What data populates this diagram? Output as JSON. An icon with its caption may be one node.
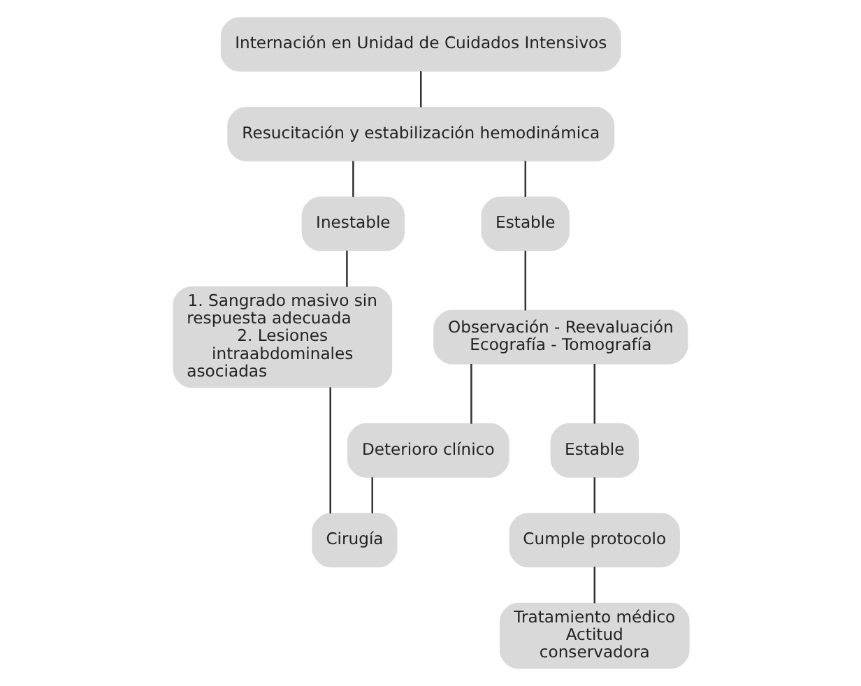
{
  "diagram": {
    "nodes": [
      {
        "text": [
          "Internación en Unidad de Cuidados Intensivos"
        ]
      },
      {
        "text": [
          "Resucitación y estabilización hemodinámica"
        ]
      },
      {
        "text": [
          "Inestable"
        ]
      },
      {
        "text": [
          "Estable"
        ]
      },
      {
        "text": [
          "1. Sangrado masivo sin respuesta adecuada",
          "2. Lesiones intraabdominales asociadas"
        ]
      },
      {
        "text": [
          "Observación - Reevaluación Ecografía - Tomografía"
        ]
      },
      {
        "text": [
          "Deterioro clínico"
        ]
      },
      {
        "text": [
          "Estable"
        ]
      },
      {
        "text": [
          "Cumple protocolo"
        ]
      },
      {
        "text": [
          "Cirugía"
        ]
      },
      {
        "text": [
          "Tratamiento médico Actitud conservadora"
        ]
      }
    ],
    "edges": [
      {
        "from": 0,
        "to": 1,
        "arrow": "none"
      },
      {
        "from": 1,
        "to": 2,
        "arrow": "none"
      },
      {
        "from": 1,
        "to": 3,
        "arrow": "none"
      },
      {
        "from": 2,
        "to": 4,
        "arrow": "none"
      },
      {
        "from": 3,
        "to": 5,
        "arrow": "none"
      },
      {
        "from": 5,
        "to": 6,
        "arrow": "none"
      },
      {
        "from": 5,
        "to": 7,
        "arrow": "none"
      },
      {
        "from": 7,
        "to": 8,
        "arrow": "none"
      },
      {
        "from": 4,
        "to": 9,
        "arrow": "none"
      },
      {
        "from": 6,
        "to": 9,
        "arrow": "none"
      },
      {
        "from": 8,
        "to": 10,
        "arrow": "none"
      }
    ]
  }
}
